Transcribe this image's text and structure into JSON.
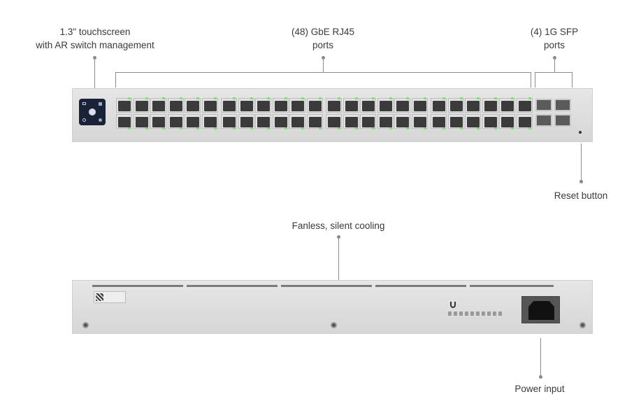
{
  "callouts": {
    "touchscreen": [
      "1.3\" touchscreen",
      "with AR switch management"
    ],
    "rj45": [
      "(48) GbE RJ45",
      "ports"
    ],
    "sfp": [
      "(4) 1G SFP",
      "ports"
    ],
    "reset": "Reset button",
    "cooling": "Fanless, silent cooling",
    "power": "Power input"
  },
  "ports": {
    "rj45_count": 48,
    "sfp_count": 4
  },
  "colors": {
    "link_led": "#7de07a",
    "screen": "#1a2238"
  }
}
